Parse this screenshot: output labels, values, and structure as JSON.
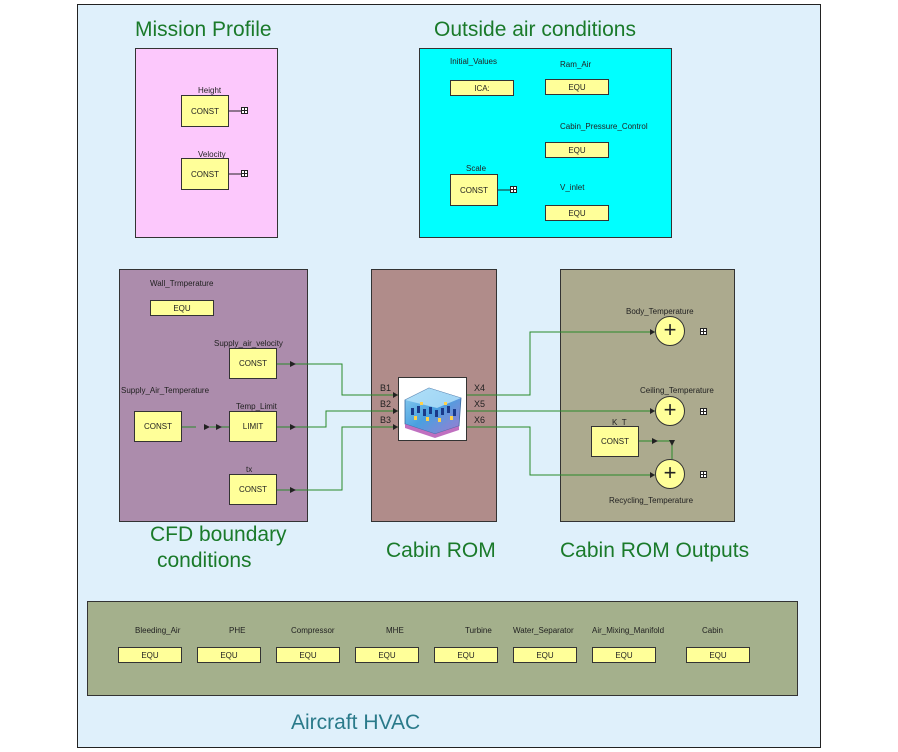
{
  "sections": {
    "mission_profile": "Mission Profile",
    "outside_air": "Outside air conditions",
    "cfd_line1": "CFD boundary",
    "cfd_line2": "conditions",
    "cabin_rom": "Cabin ROM",
    "cabin_rom_outputs": "Cabin ROM Outputs",
    "hvac": "Aircraft HVAC"
  },
  "mission": {
    "height_label": "Height",
    "height_block": "CONST",
    "velocity_label": "Velocity",
    "velocity_block": "CONST"
  },
  "outside": {
    "initial_values_label": "Initial_Values",
    "initial_values_block": "ICA:",
    "ram_air_label": "Ram_Air",
    "ram_air_block": "EQU",
    "cabin_pressure_label": "Cabin_Pressure_Control",
    "cabin_pressure_block": "EQU",
    "scale_label": "Scale",
    "scale_block": "CONST",
    "v_inlet_label": "V_inlet",
    "v_inlet_block": "EQU"
  },
  "cfd": {
    "wall_temp_label": "Wall_Trmperature",
    "wall_temp_block": "EQU",
    "supply_velocity_label": "Supply_air_velocity",
    "supply_velocity_block": "CONST",
    "supply_temp_label": "Supply_Air_Temperature",
    "supply_temp_block": "CONST",
    "temp_limit_label": "Temp_Limit",
    "temp_limit_block": "LIMIT",
    "tx_label": "tx",
    "tx_block": "CONST"
  },
  "rom": {
    "ports_in": [
      "B1",
      "B2",
      "B3"
    ],
    "ports_out": [
      "X4",
      "X5",
      "X6"
    ]
  },
  "outputs": {
    "body_temp_label": "Body_Temperature",
    "ceiling_temp_label": "Ceiling_Temperature",
    "kt_label": "K_T",
    "kt_block": "CONST",
    "recycling_temp_label": "Recycling_Temperature",
    "sum_symbol": "+"
  },
  "hvac_components": [
    {
      "label": "Bleeding_Air",
      "block": "EQU"
    },
    {
      "label": "PHE",
      "block": "EQU"
    },
    {
      "label": "Compressor",
      "block": "EQU"
    },
    {
      "label": "MHE",
      "block": "EQU"
    },
    {
      "label": "Turbine",
      "block": "EQU"
    },
    {
      "label": "Water_Separator",
      "block": "EQU"
    },
    {
      "label": "Air_Mixing_Manifold",
      "block": "EQU"
    },
    {
      "label": "Cabin",
      "block": "EQU"
    }
  ],
  "colors": {
    "background": "#dff0fb",
    "mission_panel": "#fcc8fc",
    "outside_panel": "#00ffff",
    "cfd_panel": "#ac8cac",
    "rom_panel": "#b08c8a",
    "outputs_panel": "#acaa8e",
    "hvac_panel": "#a4b08c",
    "block_fill": "#ffff99",
    "wire": "#2a8a2a",
    "title": "#1a7a2a"
  }
}
